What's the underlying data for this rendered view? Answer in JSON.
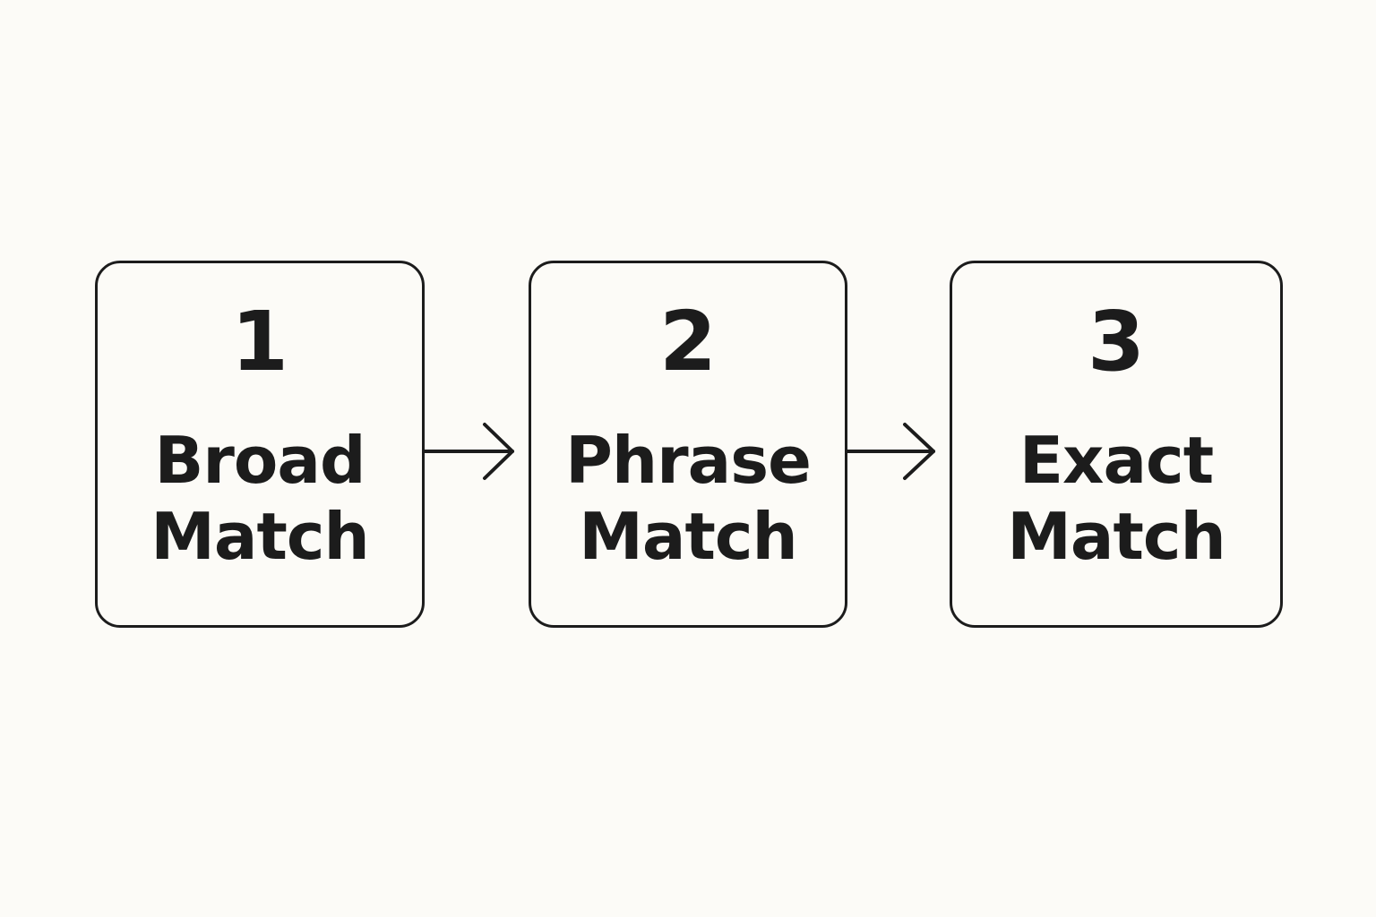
{
  "steps": [
    {
      "number": "1",
      "line1": "Broad",
      "line2": "Match"
    },
    {
      "number": "2",
      "line1": "Phrase",
      "line2": "Match"
    },
    {
      "number": "3",
      "line1": "Exact",
      "line2": "Match"
    }
  ],
  "colors": {
    "background": "#fcfbf7",
    "stroke": "#1c1c1c",
    "text": "#1c1c1c"
  },
  "icons": {
    "connector": "arrow-right-icon"
  }
}
